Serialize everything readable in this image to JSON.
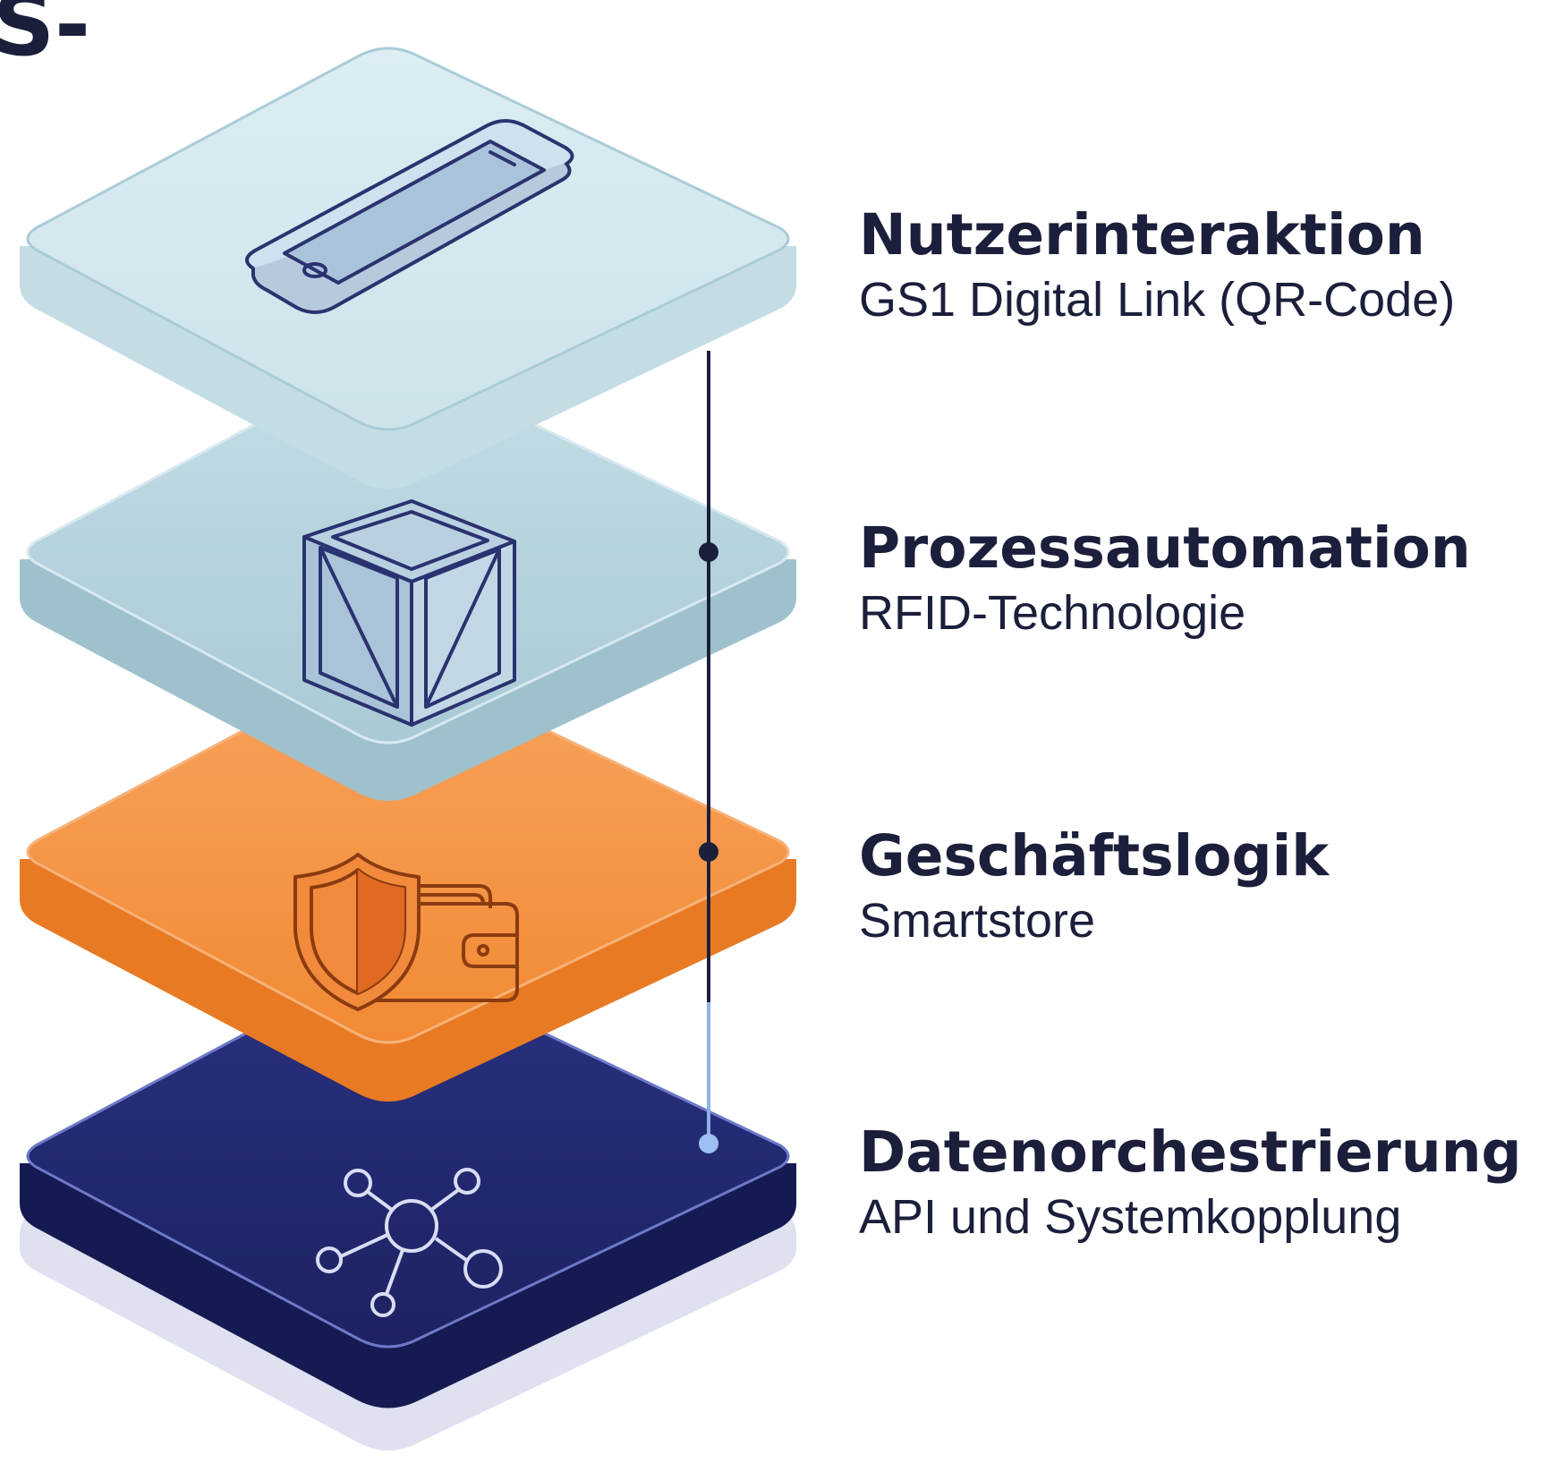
{
  "title_fragment": "S-",
  "colors": {
    "text": "#1b1f3b",
    "connector": "#1b1f3b",
    "layer_top": "#d4e8ef",
    "layer_second": "#b5d3dd",
    "layer_third": "#f4964a",
    "layer_bottom": "#23296e"
  },
  "layers": [
    {
      "title": "Nutzerinteraktion",
      "subtitle": "GS1 Digital Link (QR-Code)",
      "icon": "smartphone-icon"
    },
    {
      "title": "Prozessautomation",
      "subtitle": "RFID-Technologie",
      "icon": "crate-icon"
    },
    {
      "title": "Geschäftslogik",
      "subtitle": "Smartstore",
      "icon": "shield-wallet-icon"
    },
    {
      "title": "Datenorchestrierung",
      "subtitle": "API und Systemkopplung",
      "icon": "network-hub-icon"
    }
  ]
}
